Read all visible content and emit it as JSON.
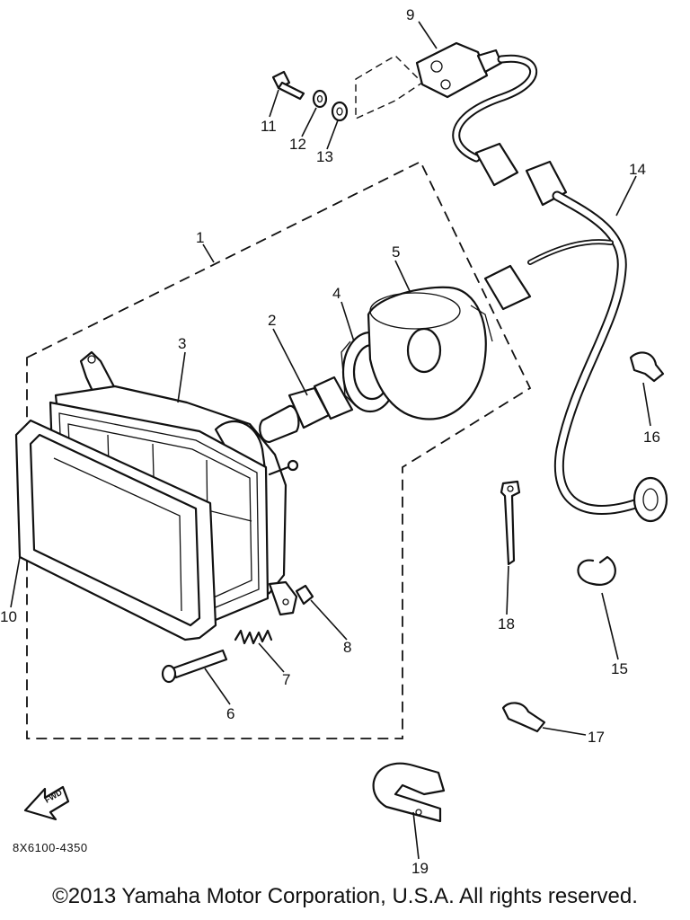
{
  "diagram": {
    "part_numbers": [
      "1",
      "2",
      "3",
      "4",
      "5",
      "6",
      "7",
      "8",
      "9",
      "10",
      "11",
      "12",
      "13",
      "14",
      "15",
      "16",
      "17",
      "18",
      "19"
    ],
    "code": "8X6100-4350",
    "fwd_label": "FWD",
    "copyright": "©2013 Yamaha Motor Corporation, U.S.A. All rights reserved."
  }
}
